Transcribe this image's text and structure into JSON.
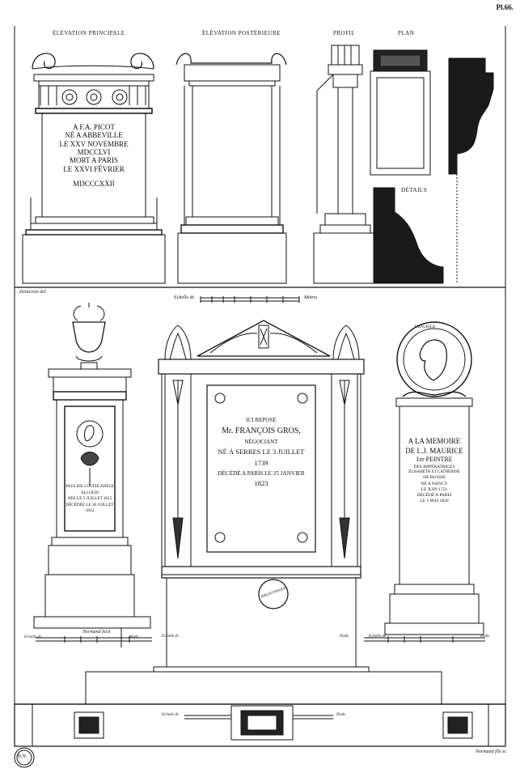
{
  "plate": {
    "number": "Pl.66."
  },
  "top_section": {
    "titles": {
      "elevation_principale": "ÉLÉVATION PRINCIPALE",
      "elevation_posterieure": "ÉLÉVATION POSTÉRIEURE",
      "profil": "PROFIL",
      "plan": "PLAN",
      "details": "DÉTAILS"
    },
    "inscription": [
      "A F.A. PICOT",
      "NÉ A ABBEVILLE",
      "LE XXV NOVEMBRE",
      "MDCCLVI",
      "MORT A PARIS",
      "LE XXVI FÉVRIER",
      "MDCCCXXII"
    ],
    "signature_left": "Delacroix del.",
    "scale_left": "Echelle de",
    "scale_right": "Mètres"
  },
  "middle_section": {
    "left_monument": {
      "inscription": [
        "PAULINE LOUISE ADÈLE",
        "ALLOUIS",
        "NÉE LE 5 JUILLET 1815",
        "DÉCÉDÉE LE 30 JUILLET",
        "1833"
      ],
      "signature": "Normand fecit",
      "scale_left": "Echelle de",
      "scale_right": "Pieds"
    },
    "center_monument": {
      "inscription": [
        "ICI REPOSE",
        "Mr. FRANÇOIS GROS,",
        "NÉGOCIANT",
        "NÉ À SERRES LE 3 JUILLET",
        "1739",
        "DÉCÉDÉ A PARIS LE 25 JANVIER",
        "1823"
      ],
      "stamp": "BIBLIOTHEQUE",
      "scale_left": "Echelle de",
      "scale_right": "Pieds"
    },
    "right_monument": {
      "medallion": "J.MAURICE",
      "inscription": [
        "A LA MEMOIRE",
        "DE L.J. MAURICE",
        "1er PEINTRE",
        "DES IMPÉRATRICES",
        "ÉLISABETH ET CATHERINE",
        "DE RUSSIE",
        "NÉ A NANCY",
        "LE JUIN 1751",
        "DÉCÉDÉ A PARIS",
        "LE 5 MAI 1820"
      ],
      "scale_left": "Echelle de",
      "scale_right": "Pieds"
    }
  },
  "bottom_section": {
    "scale_left": "Echelle de",
    "scale_right": "Pieds",
    "signature": "Normand fils sc."
  },
  "stamp_bottom_left": "B.N."
}
